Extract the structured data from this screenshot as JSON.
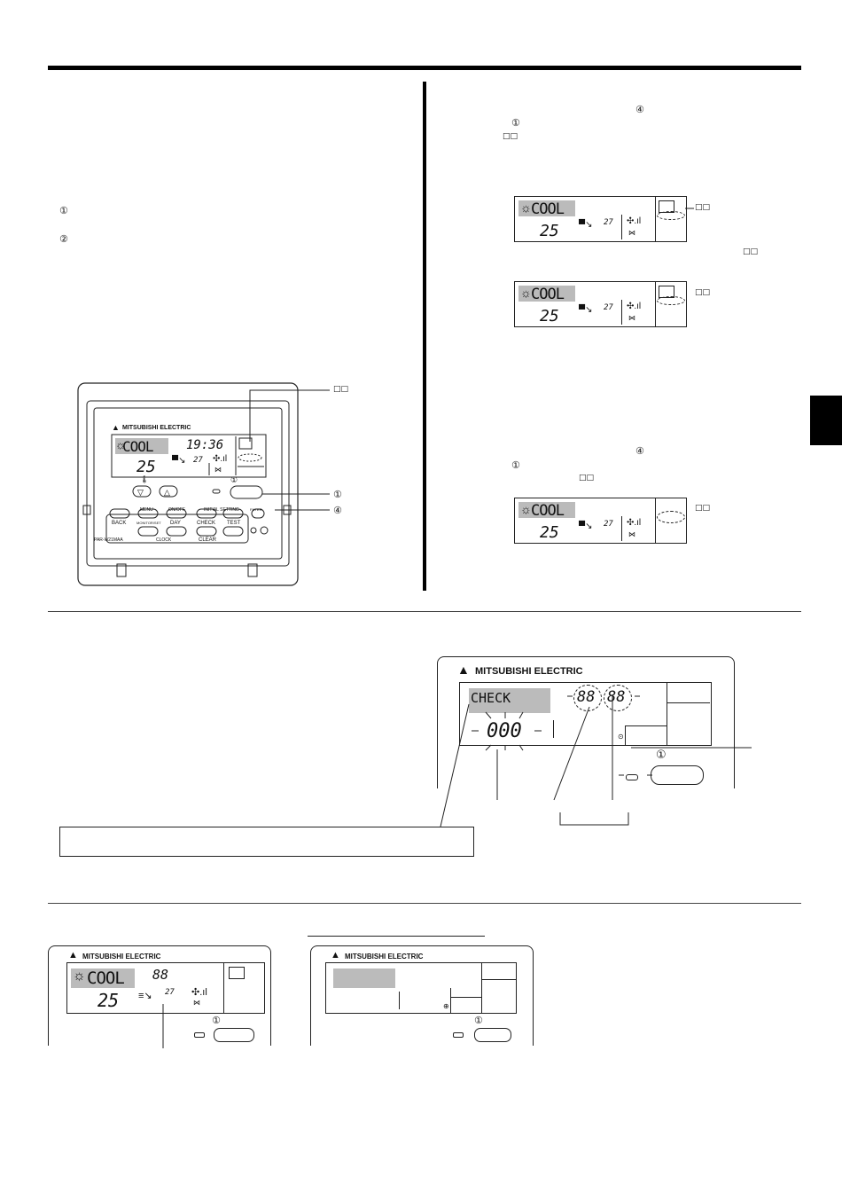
{
  "page_tab_color": "#000000",
  "remote": {
    "brand": "MITSUBISHI ELECTRIC",
    "mode": "COOL",
    "clock": "19:36",
    "set_temp": "25",
    "room_temp": "27",
    "model": "PAR-W21MAA",
    "buttons": {
      "on_off": "ON/OFF",
      "menu": "MENU",
      "back": "BACK",
      "monitor_set": "MONITOR/SET",
      "day": "DAY",
      "clock": "CLOCK",
      "initial_setting": "INITIAL SETTING",
      "check": "CHECK",
      "test": "TEST",
      "clear": "CLEAR",
      "filter": "FILTER"
    }
  },
  "markers": {
    "one": "①",
    "two": "②",
    "four": "④",
    "box": "□□"
  },
  "lcd_small": {
    "mode": "COOL",
    "set_temp": "25",
    "room_temp": "27"
  },
  "check_panel": {
    "brand": "MITSUBISHI ELECTRIC",
    "check_label": "CHECK",
    "code_digits": "000",
    "address_digits_1": "88",
    "address_digits_2": "88",
    "marker": "①"
  },
  "bottom_left_panel": {
    "brand": "MITSUBISHI ELECTRIC",
    "mode": "COOL",
    "set_temp": "25",
    "room_temp": "27",
    "blink_digits": "88",
    "marker": "①"
  },
  "bottom_right_panel": {
    "brand": "MITSUBISHI ELECTRIC",
    "marker": "①"
  }
}
